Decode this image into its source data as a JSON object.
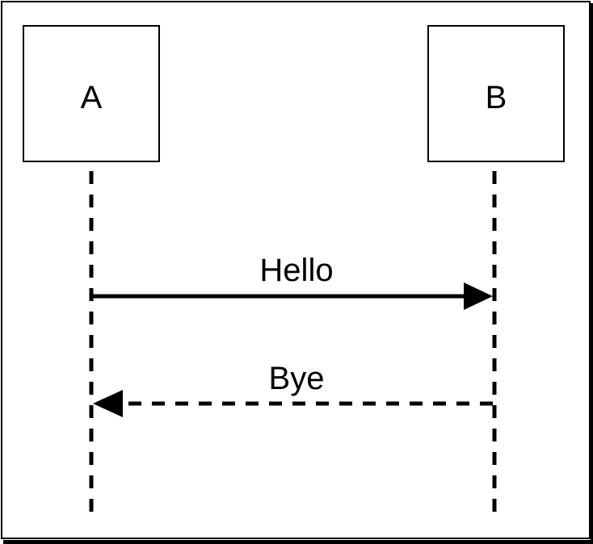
{
  "participants": [
    {
      "label": "A"
    },
    {
      "label": "B"
    }
  ],
  "messages": [
    {
      "label": "Hello",
      "from": "A",
      "to": "B",
      "style": "solid"
    },
    {
      "label": "Bye",
      "from": "B",
      "to": "A",
      "style": "dashed"
    }
  ],
  "colors": {
    "stroke": "#000000",
    "background": "#ffffff"
  }
}
